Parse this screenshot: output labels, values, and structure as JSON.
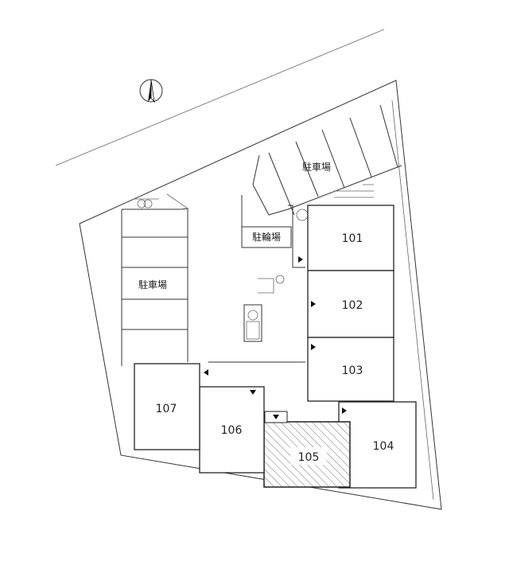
{
  "site_plan": {
    "parking_label": "駐車場",
    "bicycle_parking_label": "駐輪場",
    "units": [
      "101",
      "102",
      "103",
      "104",
      "105",
      "106",
      "107"
    ],
    "highlighted_unit": "105",
    "highlight_pattern": "diagonal-hatch",
    "north_arrow_icon": "north-arrow-icon"
  }
}
